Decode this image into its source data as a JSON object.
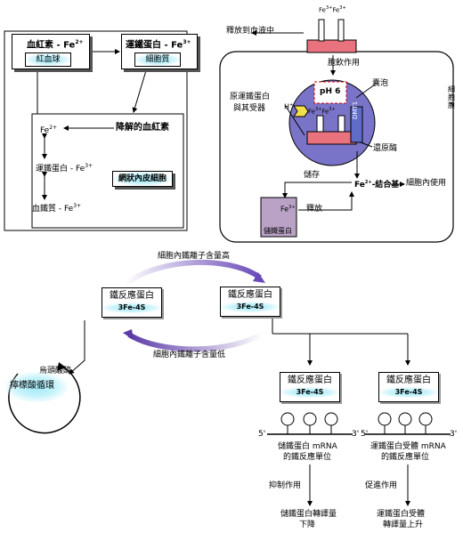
{
  "top_left": {
    "hemoglobin_label": "血紅素 - Fe",
    "hemoglobin_sup": "2+",
    "rbc_label": "紅血球",
    "transferrin_label": "運鐵蛋白 - Fe",
    "transferrin_sup": "3+",
    "cytoplasm_label": "細胞質",
    "degraded_hb_label": "降解的血紅素",
    "fe2_label": "Fe",
    "fe2_sup": "2+",
    "transferrin2_label": "運鐵蛋白 - Fe",
    "transferrin2_sup": "3+",
    "reticulo_label": "網狀內皮細胞",
    "ferritin_label": "血鐵質 - Fe",
    "ferritin_sup": "3+"
  },
  "top_right": {
    "fe_top_label": "Fe",
    "fe_top_sup": "3+",
    "fe_top_label2": "Fe",
    "fe_top_sup2": "3+",
    "release_to_blood": "釋放到血液中",
    "endocytosis": "胞飲作用",
    "receptor_label_1": "原運鐵蛋白",
    "receptor_label_2": "與其受器",
    "h_plus": "H",
    "h_plus_sup": "+",
    "ph_label": "pH 6",
    "endosome": "囊泡",
    "fe_in_1": "Fe",
    "fe_in_1_sup": "3+",
    "fe_in_2": "Fe",
    "fe_in_2_sup": "3+",
    "dmt1": "DMT1",
    "reductase": "還原酶",
    "cell_membrane": "細胞膜",
    "storage": "儲存",
    "fe_binding": "Fe",
    "fe_binding_sup": "2+",
    "fe_binding_suffix": "-結合基",
    "intracellular_use": "細胞內使用",
    "release": "釋放",
    "fe_ferritin": "Fe",
    "fe_ferritin_sup": "3+",
    "ferritin_box": "儲鐵蛋白"
  },
  "bottom": {
    "high_iron": "細胞內鐵離子含量高",
    "low_iron": "細胞內鐵離子含量低",
    "ire_title": "鐵反應蛋白",
    "ire_sub": "3Fe-4S",
    "aconitase": "烏頭酸酶",
    "citric_cycle": "檸檬酸循環",
    "five_prime": "5'",
    "three_prime": "3'",
    "ferritin_mrna_1": "儲鐵蛋白 mRNA",
    "ferritin_mrna_2": "的鐵反應單位",
    "tfr_mrna_1": "運鐵蛋白受體 mRNA",
    "tfr_mrna_2": "的鐵反應單位",
    "inhibition": "抑制作用",
    "promotion": "促進作用",
    "ferritin_translation_1": "儲鐵蛋白轉譯量",
    "ferritin_translation_2": "下降",
    "tfr_translation_1": "運鐵蛋白受體",
    "tfr_translation_2": "轉譯量上升"
  },
  "colors": {
    "membrane_fill": "#7a74c9",
    "receptor_pink": "#e8737e",
    "ferritin_box": "#b9a2c6",
    "dmt1_blue": "#5f6cc8",
    "arrow_purple": "#7a4fc0",
    "glow_cyan": "#9fe9f7",
    "dark_purple": "#2a0a7a"
  }
}
